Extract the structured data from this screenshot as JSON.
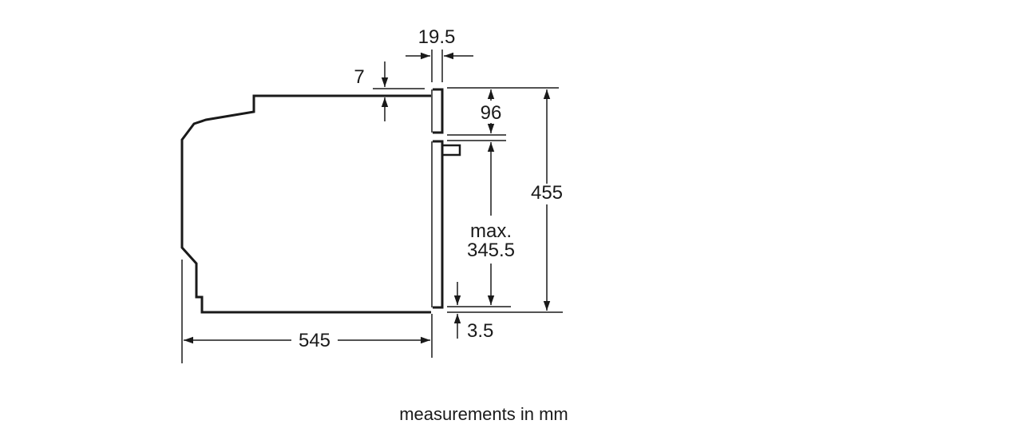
{
  "dimensions": {
    "total_depth": "545",
    "door_thickness": "19.5",
    "top_offset": "7",
    "control_panel_height": "96",
    "total_height": "455",
    "opening_max_label": "max.",
    "opening_max_value": "345.5",
    "bottom_offset": "3.5"
  },
  "caption": "measurements in mm",
  "colors": {
    "line": "#1a1a1a",
    "background": "#ffffff"
  }
}
